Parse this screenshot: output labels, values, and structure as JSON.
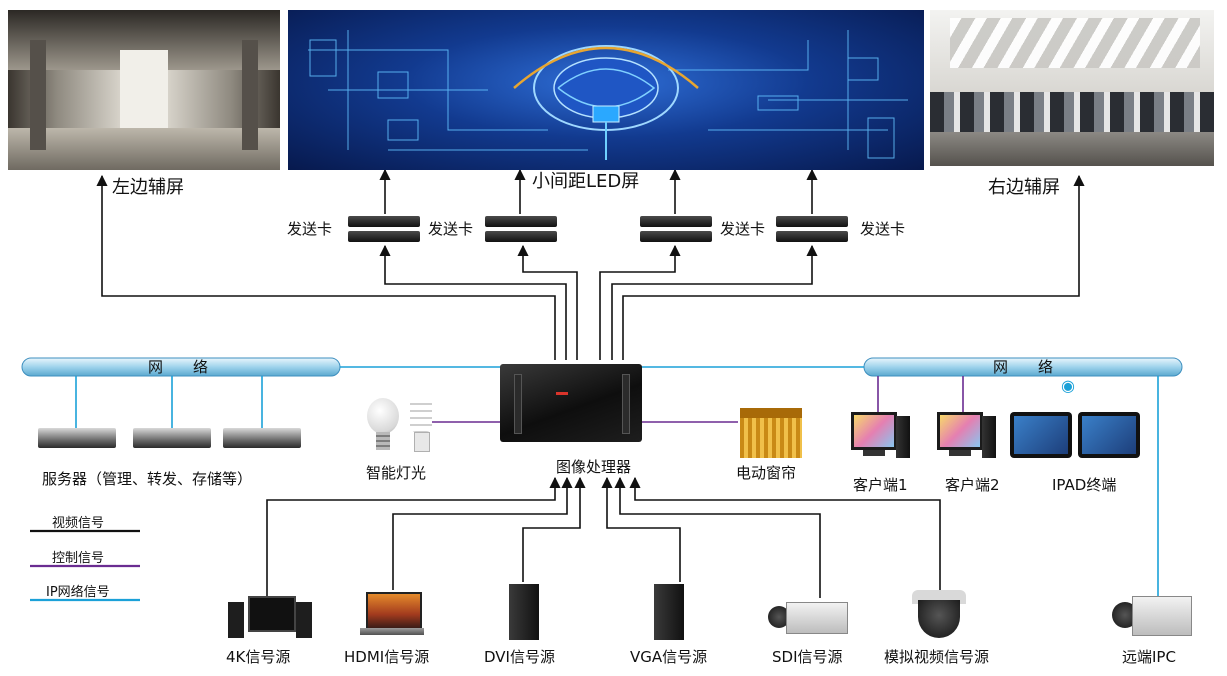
{
  "screens": {
    "left_label": "左边辅屏",
    "center_label": "小间距LED屏",
    "right_label": "右边辅屏"
  },
  "sender_cards": [
    "发送卡",
    "发送卡",
    "发送卡",
    "发送卡"
  ],
  "network": {
    "left_label": "网　　络",
    "right_label": "网　　络"
  },
  "servers_label": "服务器（管理、转发、存储等）",
  "devices": {
    "lighting": "智能灯光",
    "processor": "图像处理器",
    "curtain": "电动窗帘",
    "client1": "客户端1",
    "client2": "客户端2",
    "ipad": "IPAD终端",
    "remote_ipc": "远端IPC"
  },
  "legend": {
    "video": "视频信号",
    "control": "控制信号",
    "ip": "IP网络信号"
  },
  "sources": [
    "4K信号源",
    "HDMI信号源",
    "DVI信号源",
    "VGA信号源",
    "SDI信号源",
    "模拟视频信号源"
  ],
  "colors": {
    "video_line": "#111111",
    "control_line": "#6a2c91",
    "ip_line": "#1ba1d8",
    "led_bg": "#0b2a6b"
  }
}
